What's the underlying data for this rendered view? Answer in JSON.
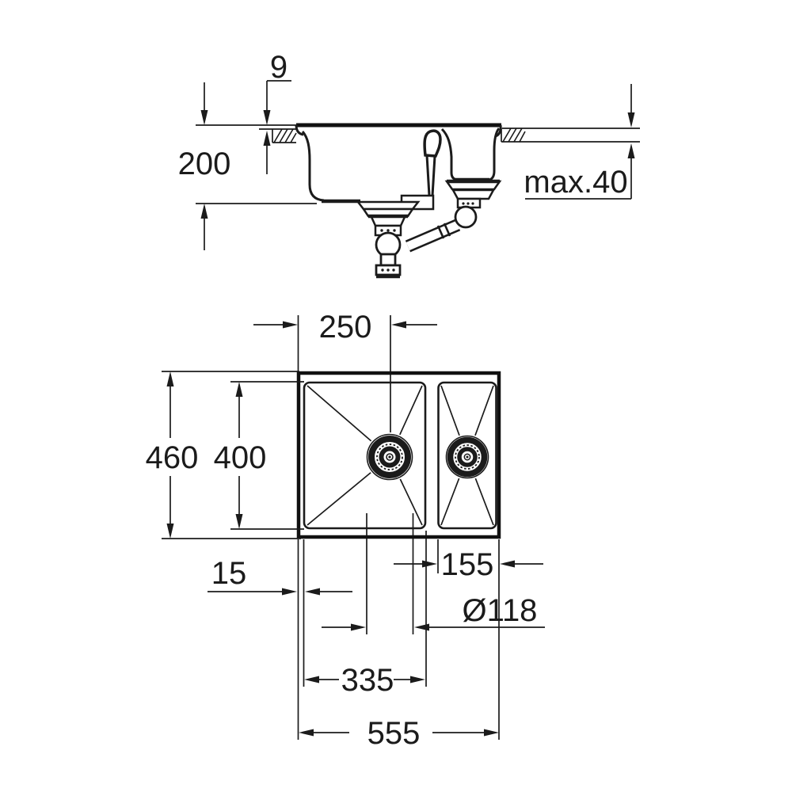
{
  "drawing": {
    "title": "kitchen-sink-installation-drawing",
    "background": "#ffffff",
    "line_color": "#1b1b1b",
    "section_view": {
      "description": "sink cross-section with drain trap and countertop",
      "dims": {
        "rim_above_counter": "9",
        "bowl_depth": "200",
        "max_counter_thickness": "max.40"
      }
    },
    "plan_view": {
      "description": "sink top view with one and a half bowls",
      "dims": {
        "left_edge_to_drain": "250",
        "overall_depth": "460",
        "bowl_inner_depth": "400",
        "rim_width": "15",
        "small_bowl_width": "155",
        "drain_hole_diameter": "Ø118",
        "main_bowl_width": "335",
        "overall_width": "555"
      }
    }
  }
}
